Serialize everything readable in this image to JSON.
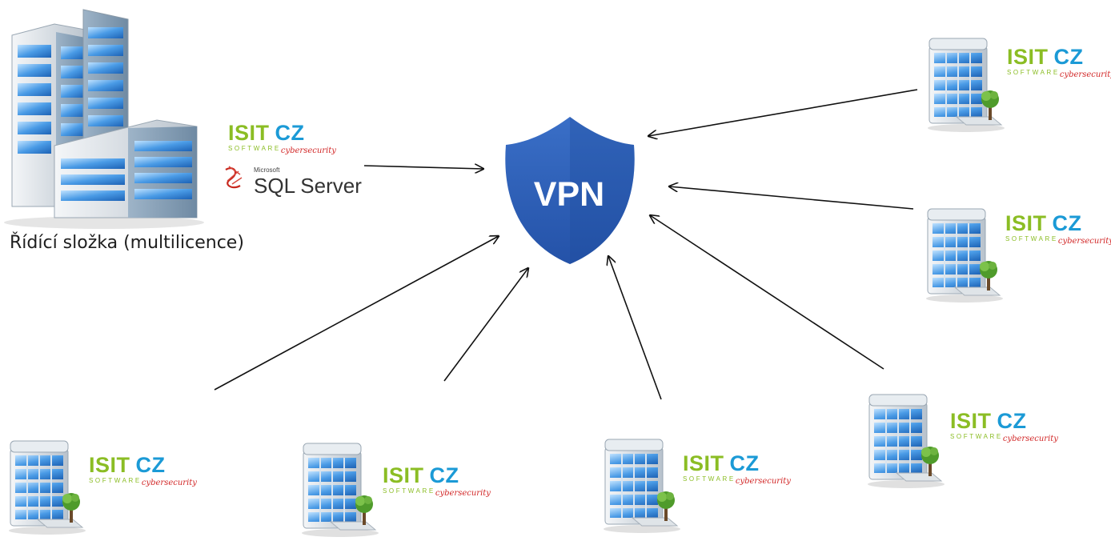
{
  "vpn": {
    "label": "VPN",
    "color": "#2b5fb8"
  },
  "main_node": {
    "caption": "Řídící složka (multilicence)"
  },
  "logo": {
    "isit": "ISIT",
    "cz": "CZ",
    "software": "SOFTWARE",
    "cyber": "cybersecurity",
    "isit_color": "#8bbd24",
    "cz_color": "#1b9ad6",
    "cyber_color": "#d22828"
  },
  "sql_server": {
    "microsoft": "Microsoft",
    "label": "SQL Server"
  },
  "branches": [
    {
      "id": "branch-top-right"
    },
    {
      "id": "branch-mid-right"
    },
    {
      "id": "branch-lower-right"
    },
    {
      "id": "branch-bottom-center-right"
    },
    {
      "id": "branch-bottom-center-left"
    },
    {
      "id": "branch-bottom-left"
    }
  ],
  "connections": [
    {
      "from": "main-office",
      "to": "vpn"
    },
    {
      "from": "branch-top-right",
      "to": "vpn"
    },
    {
      "from": "branch-mid-right",
      "to": "vpn"
    },
    {
      "from": "branch-lower-right",
      "to": "vpn"
    },
    {
      "from": "branch-bottom-center-right",
      "to": "vpn"
    },
    {
      "from": "branch-bottom-center-left",
      "to": "vpn"
    },
    {
      "from": "branch-bottom-left",
      "to": "vpn"
    }
  ]
}
